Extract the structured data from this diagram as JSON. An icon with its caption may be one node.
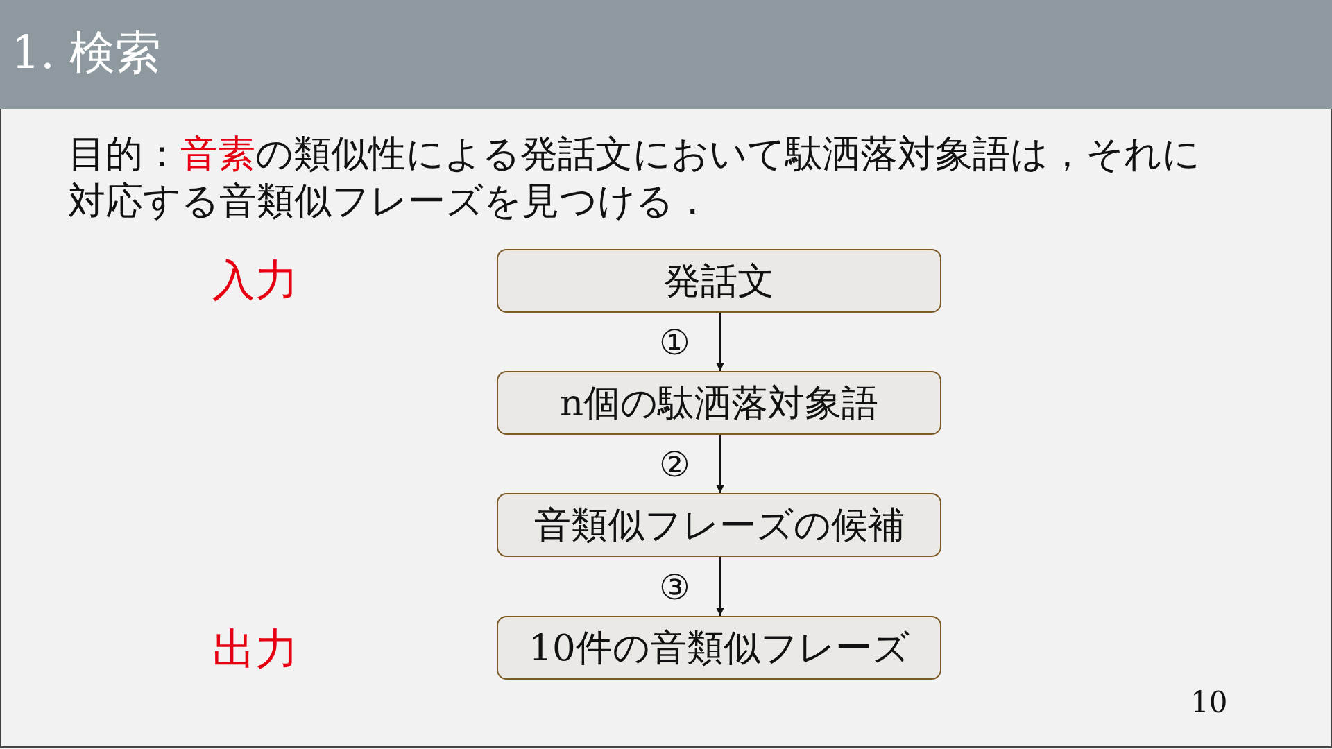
{
  "diagram": {
    "title": "1. 検索",
    "nodes": [
      {
        "text": [
          "発話文"
        ]
      },
      {
        "text": [
          "n個の駄洒落対象語"
        ]
      },
      {
        "text": [
          "音類似フレーズの候補"
        ]
      },
      {
        "text": [
          "10件の音類似フレーズ"
        ]
      }
    ],
    "edges": [
      {
        "from": 0,
        "to": 1,
        "arrow": "to",
        "label": "①"
      },
      {
        "from": 1,
        "to": 2,
        "arrow": "to",
        "label": "②"
      },
      {
        "from": 2,
        "to": 3,
        "arrow": "to",
        "label": "③"
      }
    ],
    "labels": [
      "目的：**音素**の類似性による発話文において駄洒落対象語は，それに対応する音類似フレーズを見つける．",
      "入力",
      "出力",
      "10"
    ]
  }
}
